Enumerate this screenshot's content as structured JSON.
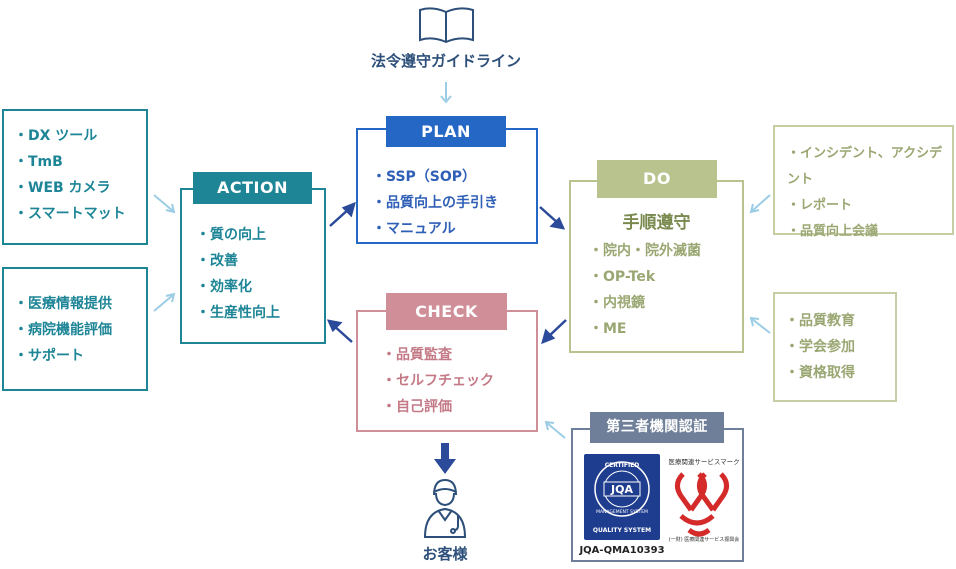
{
  "guideline": {
    "label": "法令遵守ガイドライン",
    "icon": "book-icon"
  },
  "plan": {
    "title": "PLAN",
    "items": [
      "・SSP（SOP）",
      "・品質向上の手引き",
      "・マニュアル"
    ]
  },
  "do": {
    "title": "DO",
    "subtitle": "手順遵守",
    "items": [
      "・院内・院外滅菌",
      "・OP-Tek",
      "・内視鏡",
      "・ME"
    ]
  },
  "check": {
    "title": "CHECK",
    "items": [
      "・品質監査",
      "・セルフチェック",
      "・自己評価"
    ]
  },
  "action": {
    "title": "ACTION",
    "items": [
      "・質の向上",
      "・改善",
      "・効率化",
      "・生産性向上"
    ]
  },
  "left_top": {
    "items": [
      "・DX ツール",
      "・TmB",
      "・WEB カメラ",
      "・スマートマット"
    ]
  },
  "left_bottom": {
    "items": [
      "・医療情報提供",
      "・病院機能評価",
      "・サポート"
    ]
  },
  "right_top": {
    "items": [
      "・インシデント、アクシデント",
      "・レポート",
      "・品質向上会議"
    ]
  },
  "right_bottom": {
    "items": [
      "・品質教育",
      "・学会参加",
      "・資格取得"
    ]
  },
  "cert": {
    "title": "第三者機関認証",
    "jqa_text_top": "CERTIFIED",
    "jqa_text_mid": "MANAGEMENT SYSTEM",
    "jqa_logo": "JQA",
    "jqa_text_bottom": "QUALITY SYSTEM",
    "jqa_code": "JQA-QMA10393",
    "mark_title": "医療関連サービスマーク",
    "mark_org": "(一財) 医療関連サービス振興会"
  },
  "customer": {
    "label": "お客様",
    "icon": "doctor-icon"
  },
  "colors": {
    "teal": "#1d8596",
    "blue": "#2567c4",
    "green": "#b9c38e",
    "pink": "#d08e98",
    "slate": "#6f7f99",
    "light_arrow": "#9ccde6"
  }
}
